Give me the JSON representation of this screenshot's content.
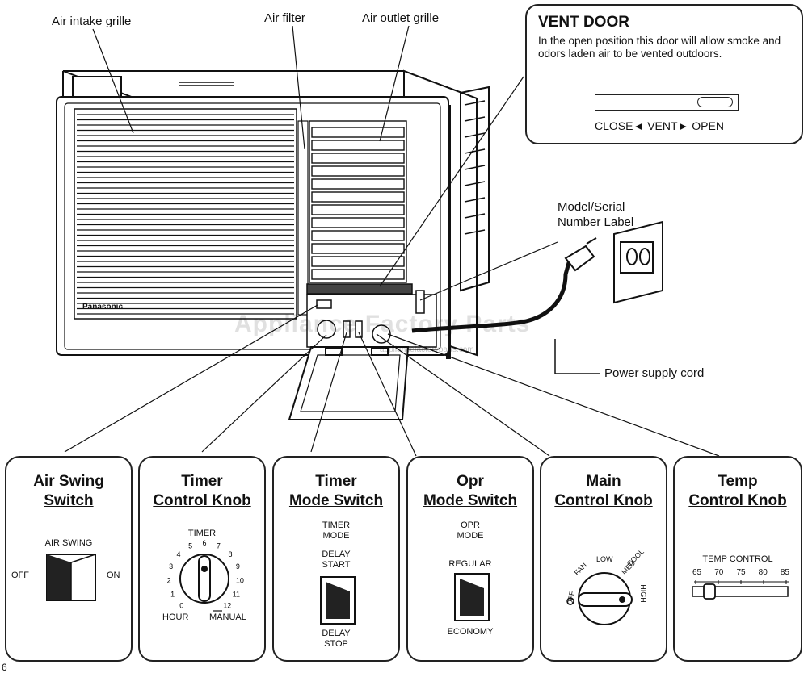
{
  "callouts": {
    "air_intake": "Air intake grille",
    "air_filter": "Air filter",
    "air_outlet": "Air outlet grille",
    "model_serial_line1": "Model/Serial",
    "model_serial_line2": "Number Label",
    "power_cord": "Power supply cord"
  },
  "unit": {
    "brand": "Panasonic"
  },
  "vent_door": {
    "title": "VENT DOOR",
    "body": "In the open position this door will allow smoke and odors laden air to be vented outdoors.",
    "caption": "CLOSE◄ VENT► OPEN"
  },
  "watermark": {
    "text": "Appliance Factory Parts",
    "url": "appliancefactoryparts.com"
  },
  "panels": {
    "air_swing": {
      "title1": "Air Swing",
      "title2": "Switch",
      "label": "AIR SWING",
      "off": "OFF",
      "on": "ON"
    },
    "timer_knob": {
      "title1": "Timer",
      "title2": "Control Knob",
      "label": "TIMER",
      "hour": "HOUR",
      "manual": "MANUAL",
      "dial_numbers": [
        "0",
        "1",
        "2",
        "3",
        "4",
        "5",
        "6",
        "7",
        "8",
        "9",
        "10",
        "11",
        "12"
      ]
    },
    "timer_mode": {
      "title1": "Timer",
      "title2": "Mode Switch",
      "label1": "TIMER",
      "label2": "MODE",
      "top1": "DELAY",
      "top2": "START",
      "bottom1": "DELAY",
      "bottom2": "STOP"
    },
    "opr_mode": {
      "title1": "Opr",
      "title2": "Mode Switch",
      "label1": "OPR",
      "label2": "MODE",
      "top": "REGULAR",
      "bottom": "ECONOMY"
    },
    "main_knob": {
      "title1": "Main",
      "title2": "Control Knob",
      "off": "OFF",
      "fan": "FAN",
      "low": "LOW",
      "cool": "COOL",
      "med": "MED",
      "high": "HIGH"
    },
    "temp_knob": {
      "title1": "Temp",
      "title2": "Control Knob",
      "label": "TEMP CONTROL",
      "scale": [
        "65",
        "70",
        "75",
        "80",
        "85"
      ]
    }
  },
  "page_number": "6"
}
